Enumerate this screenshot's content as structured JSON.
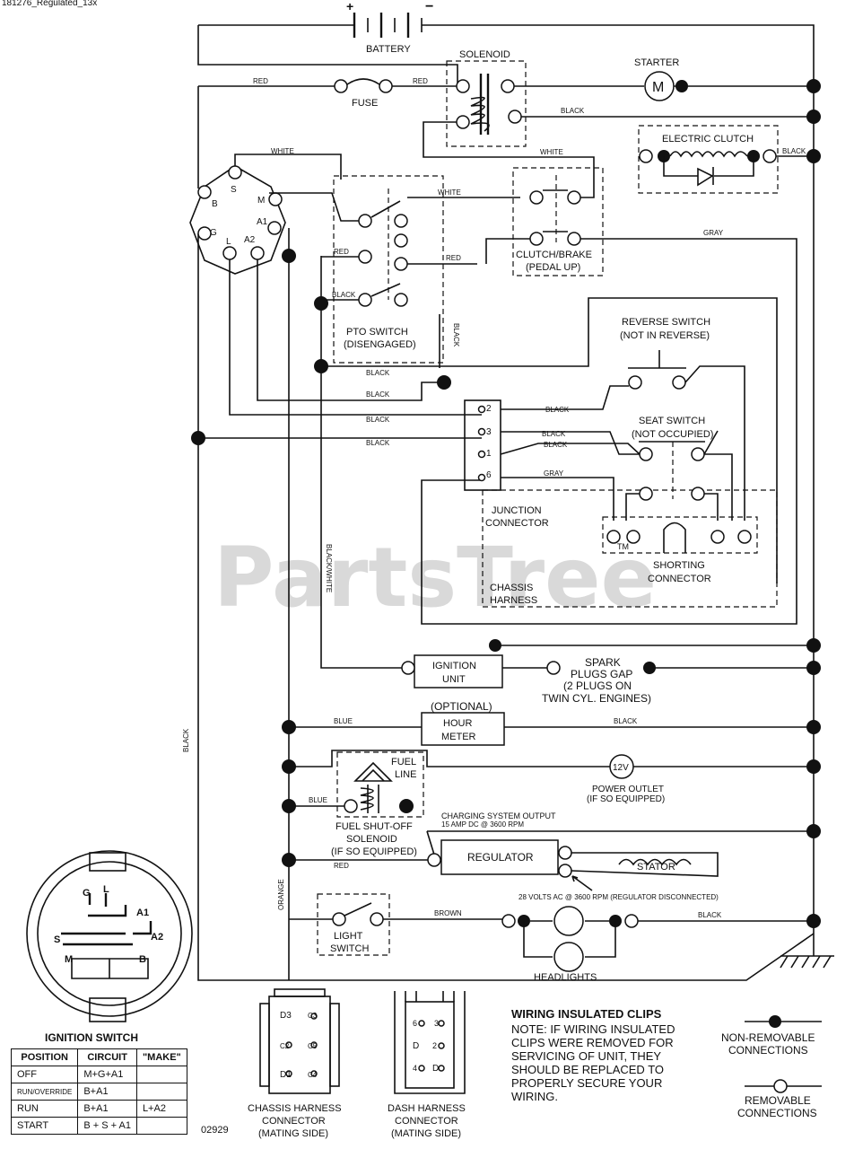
{
  "header": {
    "part_number": "181276_Regulated_13x"
  },
  "battery": {
    "label": "BATTERY",
    "plus": "+",
    "minus": "−"
  },
  "components": {
    "solenoid": "SOLENOID",
    "starter": "STARTER",
    "starter_glyph": "M",
    "fuse": "FUSE",
    "electric_clutch": "ELECTRIC CLUTCH",
    "clutch_brake_1": "CLUTCH/BRAKE",
    "clutch_brake_2": "(PEDAL UP)",
    "pto_1": "PTO SWITCH",
    "pto_2": "(DISENGAGED)",
    "reverse_1": "REVERSE SWITCH",
    "reverse_2": "(NOT IN REVERSE)",
    "seat_1": "SEAT SWITCH",
    "seat_2": "(NOT OCCUPIED)",
    "junction_1": "JUNCTION",
    "junction_2": "CONNECTOR",
    "chassis_1": "CHASSIS",
    "chassis_2": "HARNESS",
    "shorting_1": "SHORTING",
    "shorting_2": "CONNECTOR",
    "ignition_1": "IGNITION",
    "ignition_2": "UNIT",
    "spark_1": "SPARK",
    "spark_2": "PLUGS GAP",
    "spark_3": "(2 PLUGS ON",
    "spark_4": "TWIN CYL. ENGINES)",
    "optional": "(OPTIONAL)",
    "hour_1": "HOUR",
    "hour_2": "METER",
    "fuel_1": "FUEL",
    "fuel_2": "LINE",
    "outlet_glyph": "12V",
    "outlet_1": "POWER OUTLET",
    "outlet_2": "(IF SO EQUIPPED)",
    "fuel_sol_1": "FUEL SHUT-OFF",
    "fuel_sol_2": "SOLENOID",
    "fuel_sol_3": "(IF SO EQUIPPED)",
    "charging_1": "CHARGING SYSTEM OUTPUT",
    "charging_2": "15 AMP DC @ 3600 RPM",
    "regulator": "REGULATOR",
    "stator": "STATOR",
    "ac_note": "28 VOLTS AC @ 3600 RPM (REGULATOR DISCONNECTED)",
    "light_1": "LIGHT",
    "light_2": "SWITCH",
    "headlights": "HEADLIGHTS",
    "tm": "TM"
  },
  "wire_colors": {
    "red": "RED",
    "black": "BLACK",
    "white": "WHITE",
    "gray": "GRAY",
    "blue": "BLUE",
    "brown": "BROWN",
    "orange": "ORANGE",
    "black_white": "BLACK/WHITE"
  },
  "ignition_terminals": [
    "B",
    "S",
    "M",
    "A1",
    "A2",
    "L",
    "G"
  ],
  "junction_pins": [
    "2",
    "3",
    "1",
    "6"
  ],
  "ignition_switch": {
    "title": "IGNITION SWITCH",
    "face_labels": [
      "G",
      "L",
      "A1",
      "A2",
      "S",
      "M",
      "B"
    ]
  },
  "position_table": {
    "headers": [
      "POSITION",
      "CIRCUIT",
      "\"MAKE\""
    ],
    "rows": [
      [
        "OFF",
        "M+G+A1",
        ""
      ],
      [
        "RUN/OVERRIDE",
        "B+A1",
        ""
      ],
      [
        "RUN",
        "B+A1",
        "L+A2"
      ],
      [
        "START",
        "B + S + A1",
        ""
      ]
    ]
  },
  "figure_number": "02929",
  "connectors": {
    "chassis": {
      "pins": [
        "D3",
        "C3",
        "C2",
        "C5",
        "D1",
        "C4"
      ],
      "caption": [
        "CHASSIS HARNESS",
        "CONNECTOR",
        "(MATING SIDE)"
      ]
    },
    "dash": {
      "pins": [
        "6",
        "3",
        "D",
        "2",
        "4",
        "D"
      ],
      "caption": [
        "DASH HARNESS",
        "CONNECTOR",
        "(MATING SIDE)"
      ]
    }
  },
  "note": {
    "title": "WIRING INSULATED CLIPS",
    "lines": [
      "NOTE: IF WIRING INSULATED",
      "CLIPS WERE REMOVED FOR",
      "SERVICING OF UNIT, THEY",
      "SHOULD BE REPLACED TO",
      "PROPERLY SECURE YOUR",
      "WIRING."
    ]
  },
  "legend": {
    "non_removable": [
      "NON-REMOVABLE",
      "CONNECTIONS"
    ],
    "removable": [
      "REMOVABLE",
      "CONNECTIONS"
    ]
  },
  "watermark": "PartsTree"
}
